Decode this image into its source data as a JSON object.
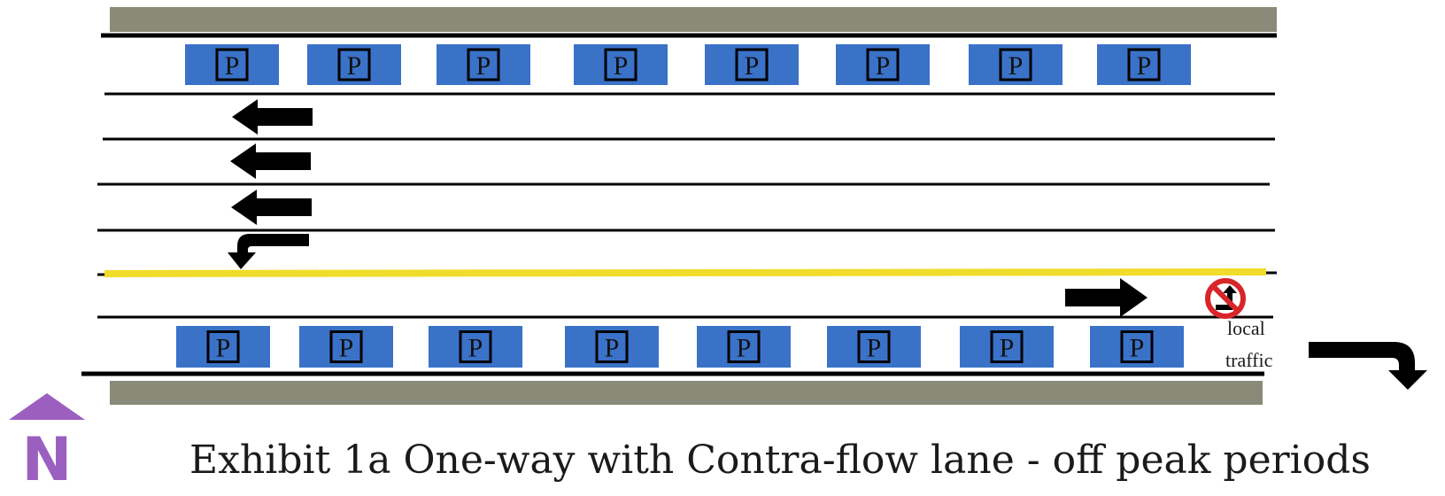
{
  "caption": "Exhibit 1a One-way with Contra-flow lane - off peak periods",
  "north_label": "N",
  "parking_symbol": "P",
  "parking_rows": {
    "north_count": 8,
    "south_count": 8
  },
  "sign_note": {
    "line1": "local",
    "line2": "traffic"
  },
  "colors": {
    "sidewalk": "#8a8a78",
    "parking": "#3a72c8",
    "centerline": "#f0dc2a",
    "arrow": "#000000",
    "north_arrow": "#9b5fc0",
    "no_entry": "#d8252a"
  },
  "icons": {
    "westbound_arrow": "arrow-left-icon",
    "turn_arrow": "arrow-left-turn-icon",
    "contraflow_arrow": "arrow-right-icon",
    "no_entry_sign": "no-entry-icon",
    "exit_arrow": "arrow-turn-right-icon",
    "north": "north-arrow-icon"
  }
}
